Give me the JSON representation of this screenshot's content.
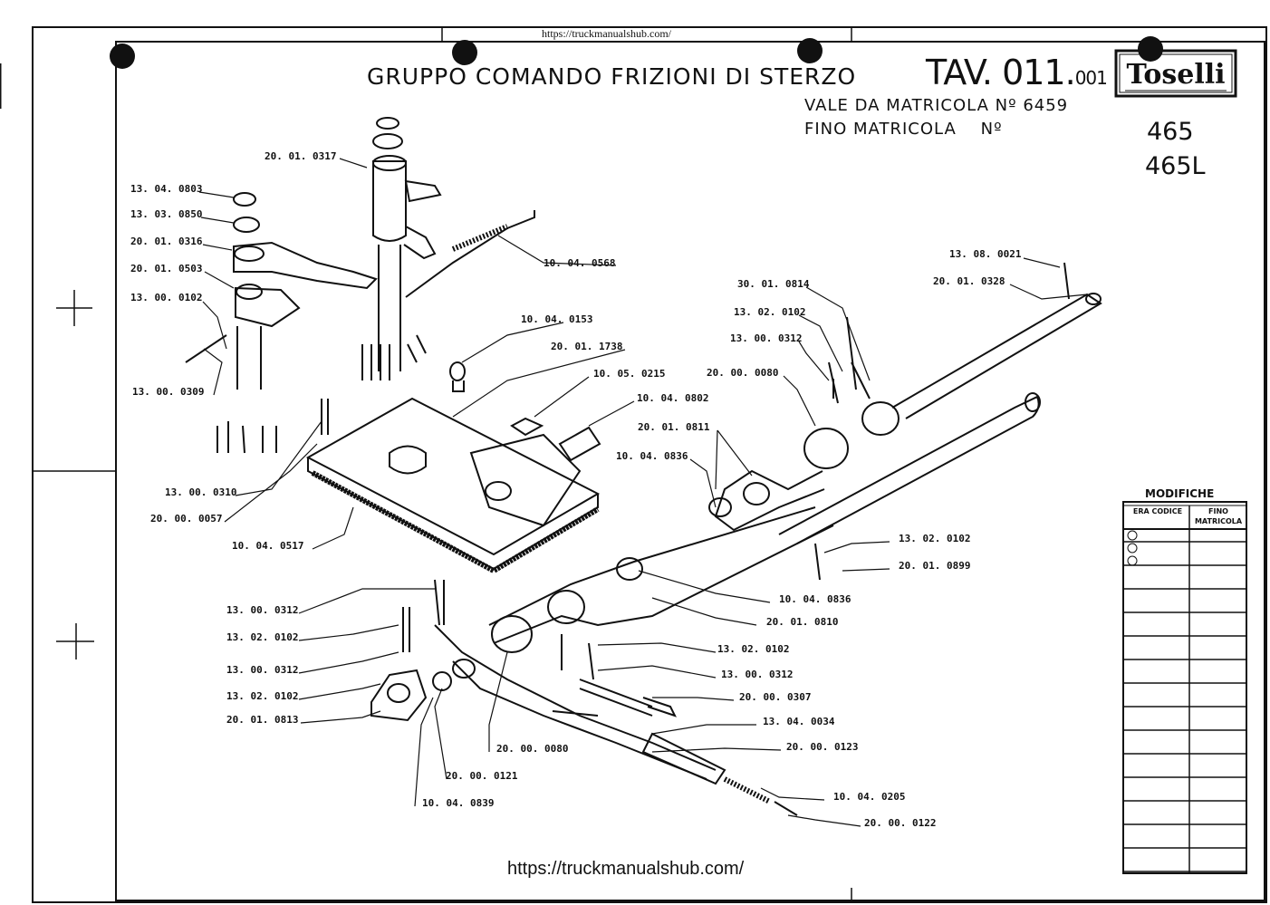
{
  "url_top": "https://truckmanualshub.com/",
  "url_bottom": "https://truckmanualshub.com/",
  "title": "GRUPPO COMANDO FRIZIONI DI STERZO",
  "table_code": "TAV. 011.",
  "table_suffix": "001",
  "valid_from": "VALE DA MATRICOLA Nº 6459",
  "valid_to": "FINO MATRICOLA    Nº",
  "brand": "Toselli",
  "models": [
    "465",
    "465L"
  ],
  "modifiche": {
    "title": "MODIFICHE",
    "col1": "ERA CODICE",
    "col2": "FINO MATRICOLA"
  },
  "part_codes": [
    "20. 01. 0317",
    "13. 04. 0803",
    "13. 03. 0850",
    "20. 01. 0316",
    "20. 01. 0503",
    "13. 00. 0102",
    "13. 00. 0309",
    "10. 04. 0568",
    "10. 04. 0153",
    "20. 01. 1738",
    "10. 05. 0215",
    "10. 04. 0802",
    "20. 01. 0811",
    "10. 04. 0836",
    "13. 00. 0310",
    "20. 00. 0057",
    "10. 04. 0517",
    "13. 08. 0021",
    "20. 01. 0328",
    "30. 01. 0814",
    "13. 02. 0102",
    "13. 00. 0312",
    "20. 00. 0080",
    "13. 02. 0102",
    "20. 01. 0899",
    "10. 04. 0836",
    "20. 01. 0810",
    "13. 00. 0312",
    "13. 02. 0102",
    "13. 00. 0312",
    "13. 02. 0102",
    "20. 01. 0813",
    "13. 02. 0102",
    "13. 00. 0312",
    "20. 00. 0307",
    "13. 04. 0034",
    "20. 00. 0123",
    "20. 00. 0080",
    "20. 00. 0121",
    "10. 04. 0839",
    "10. 04. 0205",
    "20. 00. 0122"
  ]
}
